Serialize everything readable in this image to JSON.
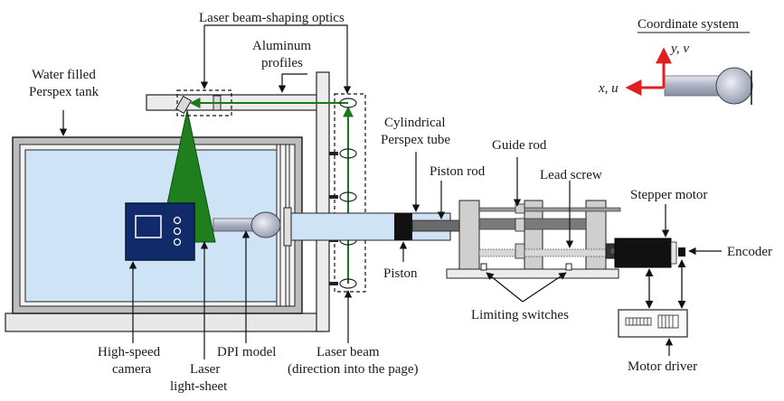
{
  "labels": {
    "laser_optics": "Laser beam-shaping optics",
    "aluminum_line1": "Aluminum",
    "aluminum_line2": "profiles",
    "water_line1": "Water filled",
    "water_line2": "Perspex tank",
    "cyl_line1": "Cylindrical",
    "cyl_line2": "Perspex tube",
    "guide_rod": "Guide rod",
    "piston_rod": "Piston rod",
    "lead_screw": "Lead screw",
    "stepper_motor": "Stepper motor",
    "encoder": "Encoder",
    "piston": "Piston",
    "limiting_switches": "Limiting switches",
    "camera_line1": "High-speed",
    "camera_line2": "camera",
    "sheet_line1": "Laser",
    "sheet_line2": "light-sheet",
    "dpi_model": "DPI model",
    "beam_line1": "Laser beam",
    "beam_line2": "(direction into the page)",
    "motor_driver": "Motor driver"
  },
  "coordinate_system": {
    "title": "Coordinate system",
    "y_axis": "y, v",
    "x_axis": "x, u"
  },
  "colors": {
    "laser_green": "#1a7a1a",
    "water_blue": "#cfe3f7",
    "axis_red": "#e02020",
    "camera_navy": "#102a6a",
    "frame_gray": "#c8c8c8"
  }
}
